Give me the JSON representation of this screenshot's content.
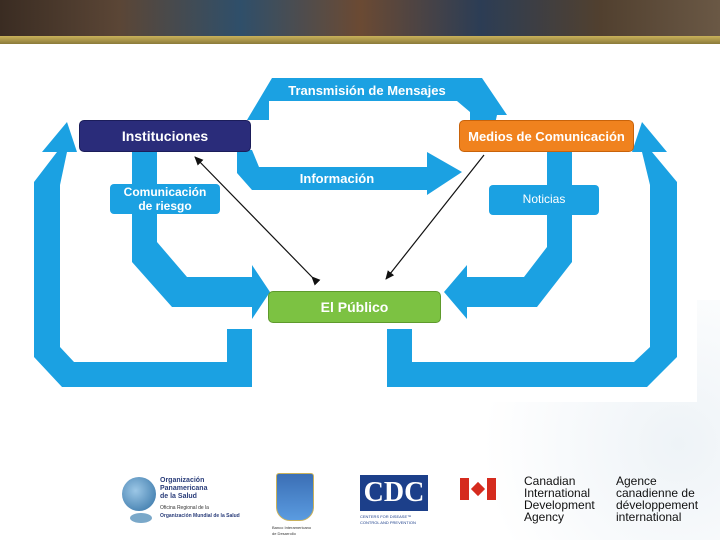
{
  "diagram": {
    "nodes": {
      "instituciones": "Instituciones",
      "medios": "Medios de Comunicación",
      "publico": "El Público"
    },
    "flow_labels": {
      "transmision": "Transmisión de Mensajes",
      "informacion": "Información",
      "comunicacion_line1": "Comunicación",
      "comunicacion_line2": "de riesgo",
      "noticias": "Noticias"
    },
    "colors": {
      "arrow_blue": "#1ba1e2",
      "instituciones": "#2a2c7a",
      "medios": "#f0821e",
      "publico": "#7cc242"
    }
  },
  "logos": {
    "ops_line1": "Organización",
    "ops_line2": "Panamericana",
    "ops_line3": "de la Salud",
    "ops_sub1": "Oficina Regional de la",
    "ops_sub2": "Organización Mundial de la Salud",
    "bid_line1": "Banco Interamericano",
    "bid_line2": "de Desarrollo",
    "cdc_mark": "CDC",
    "cdc_sub1": "CENTERS FOR DISEASE™",
    "cdc_sub2": "CONTROL AND PREVENTION",
    "cida_en_1": "Canadian",
    "cida_en_2": "International",
    "cida_en_3": "Development",
    "cida_en_4": "Agency",
    "cida_fr_1": "Agence",
    "cida_fr_2": "canadienne de",
    "cida_fr_3": "développement",
    "cida_fr_4": "international"
  }
}
